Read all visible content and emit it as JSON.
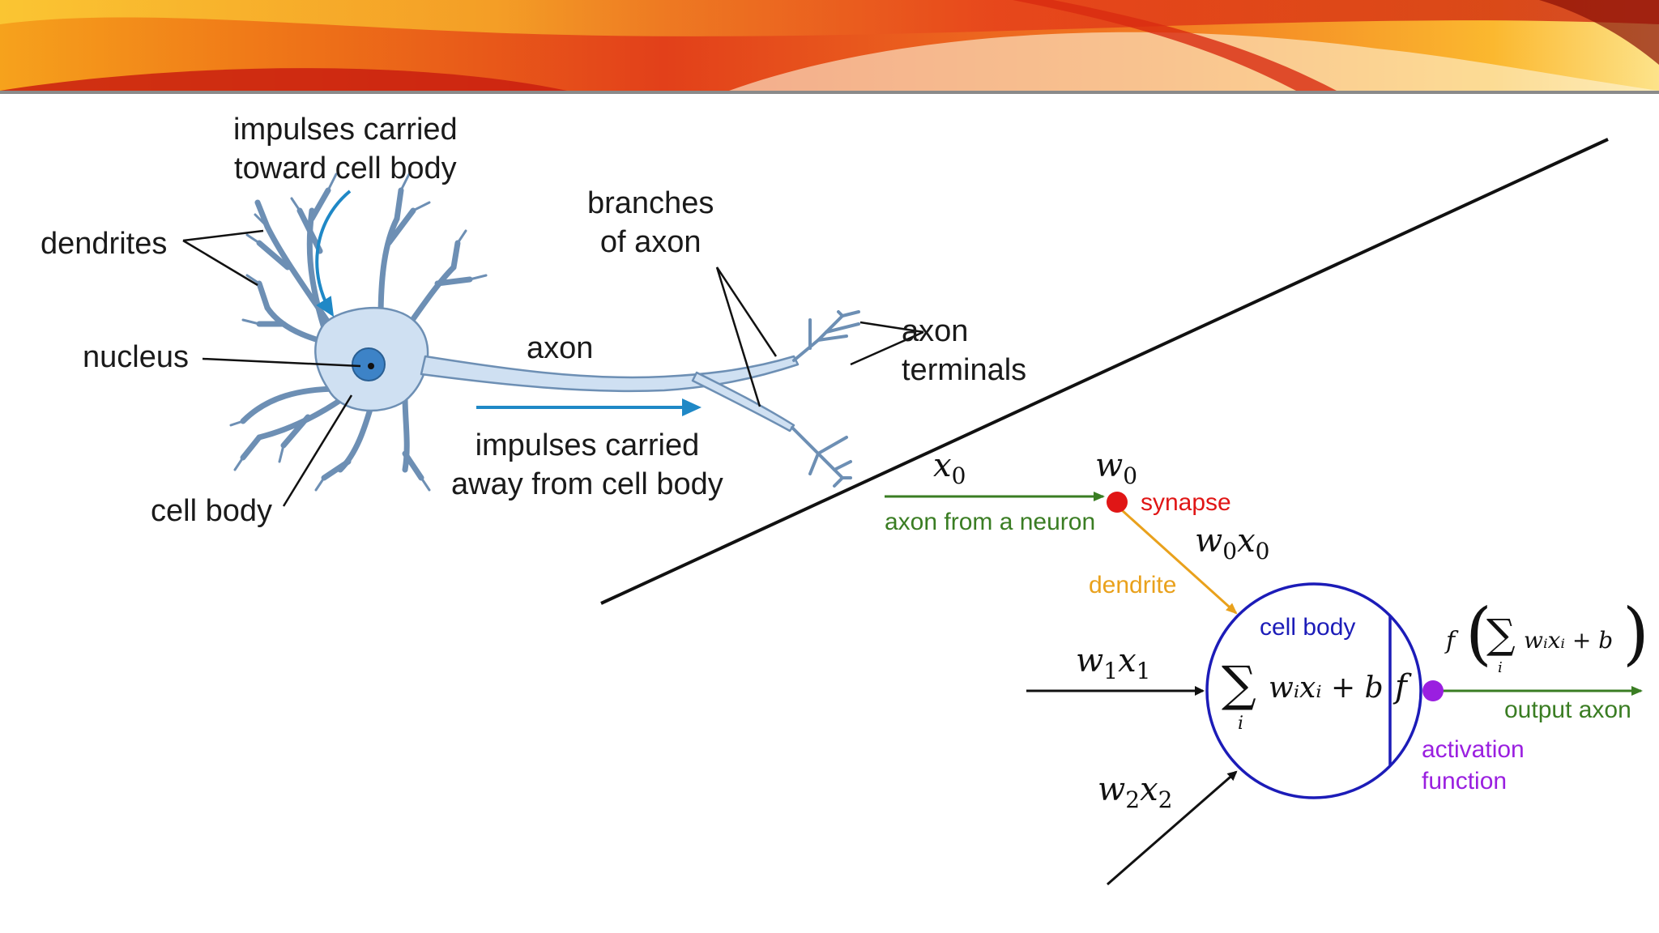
{
  "colors": {
    "banner_red": "#d8260e",
    "banner_orange": "#f59a15",
    "banner_yellow": "#fcd13a",
    "neuron_fill": "#cfe0f2",
    "neuron_stroke": "#6d8fb4",
    "nucleus": "#3d83c7",
    "arrow_blue": "#1f88c6",
    "green": "#3a7d23",
    "red": "#e01616",
    "orange": "#e9a11c",
    "circle_blue": "#1c1cb8",
    "purple": "#9a1fe0"
  },
  "biological": {
    "impulses_toward": "impulses carried\ntoward cell body",
    "dendrites": "dendrites",
    "nucleus": "nucleus",
    "axon": "axon",
    "branches_of_axon": "branches\nof axon",
    "axon_terminals": "axon\nterminals",
    "impulses_away": "impulses carried\naway from cell body",
    "cell_body": "cell body"
  },
  "model": {
    "x0": {
      "base": "x",
      "sub": "0"
    },
    "w0": {
      "base": "w",
      "sub": "0"
    },
    "synapse": "synapse",
    "axon_from_neuron": "axon from a neuron",
    "w0x0": {
      "a": "w",
      "a_sub": "0",
      "b": "x",
      "b_sub": "0"
    },
    "dendrite": "dendrite",
    "cell_body": "cell body",
    "w1x1": {
      "a": "w",
      "a_sub": "1",
      "b": "x",
      "b_sub": "1"
    },
    "w2x2": {
      "a": "w",
      "a_sub": "2",
      "b": "x",
      "b_sub": "2"
    },
    "sum_symbol": "∑",
    "sum_index": "i",
    "sum_body": "wᵢxᵢ + b",
    "f_symbol": "f",
    "output_formula_prefix": "f",
    "output_axon": "output axon",
    "activation_function": "activation\nfunction"
  }
}
